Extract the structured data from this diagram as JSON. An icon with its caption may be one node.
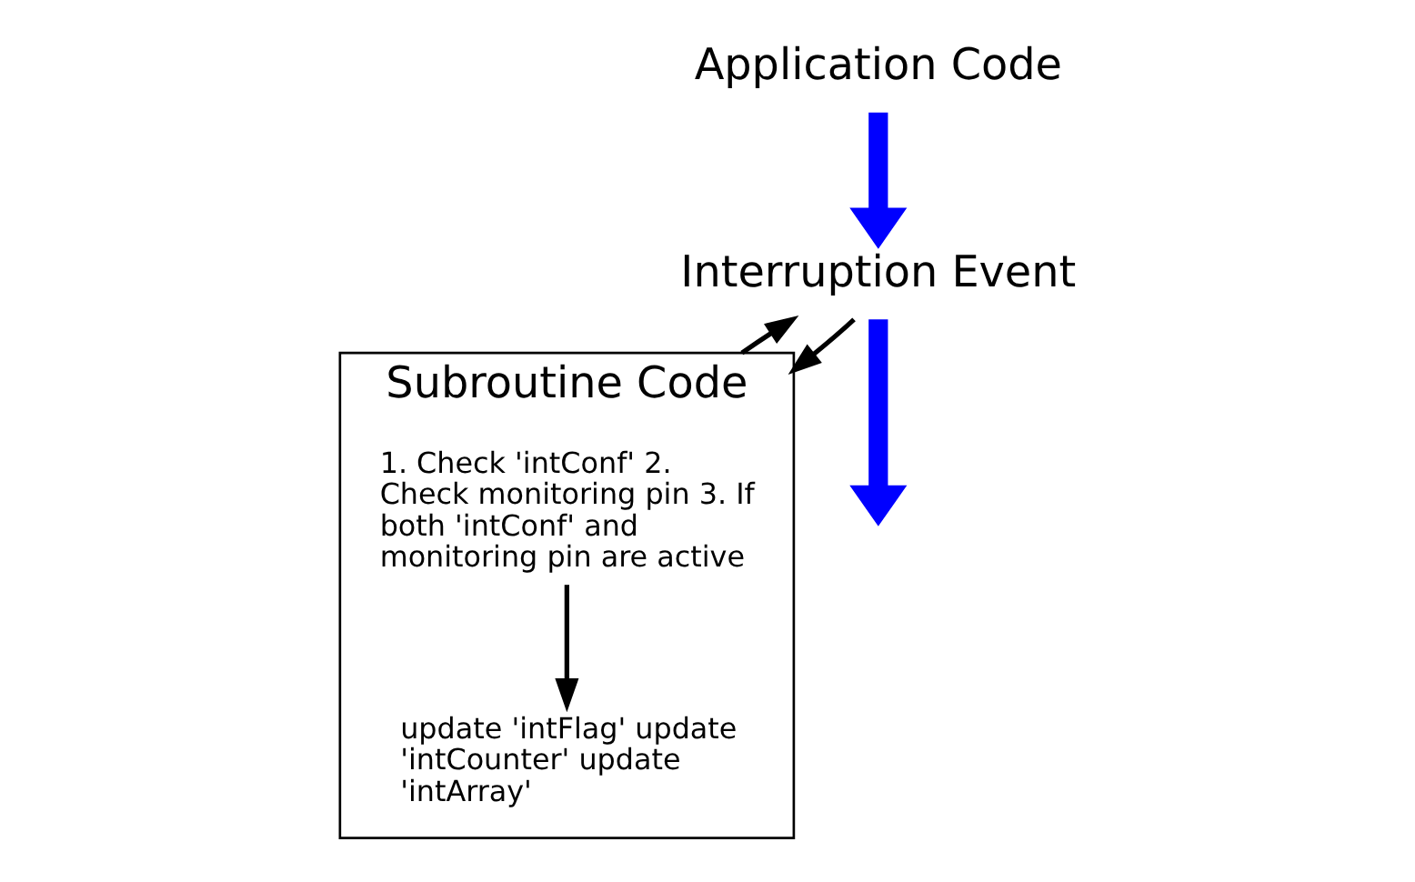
{
  "diagram": {
    "nodes": [
      {
        "text": [
          "Application Code"
        ]
      },
      {
        "text": [
          "Interruption Event"
        ]
      },
      {
        "text": [
          "Subroutine Code"
        ]
      },
      {
        "text": [
          "1. Check 'intConf' 2. Check monitoring pin 3. If both 'intConf' and monitoring pin are active"
        ],
        "in": 2
      },
      {
        "text": [
          "update 'intFlag' update 'intCounter' update 'intArray'"
        ],
        "in": 2
      }
    ],
    "edges": [
      {
        "from": 0,
        "to": 1,
        "arrow": "to",
        "style": "thick",
        "color": "#0000ff"
      },
      {
        "from": 1,
        "to": 2,
        "arrow": "to"
      },
      {
        "from": 3,
        "to": 4,
        "arrow": "to"
      },
      {
        "from": 2,
        "to": 1,
        "arrow": "to"
      },
      {
        "from": 1,
        "to": null,
        "arrow": "to",
        "style": "thick",
        "color": "#0000ff"
      }
    ]
  }
}
